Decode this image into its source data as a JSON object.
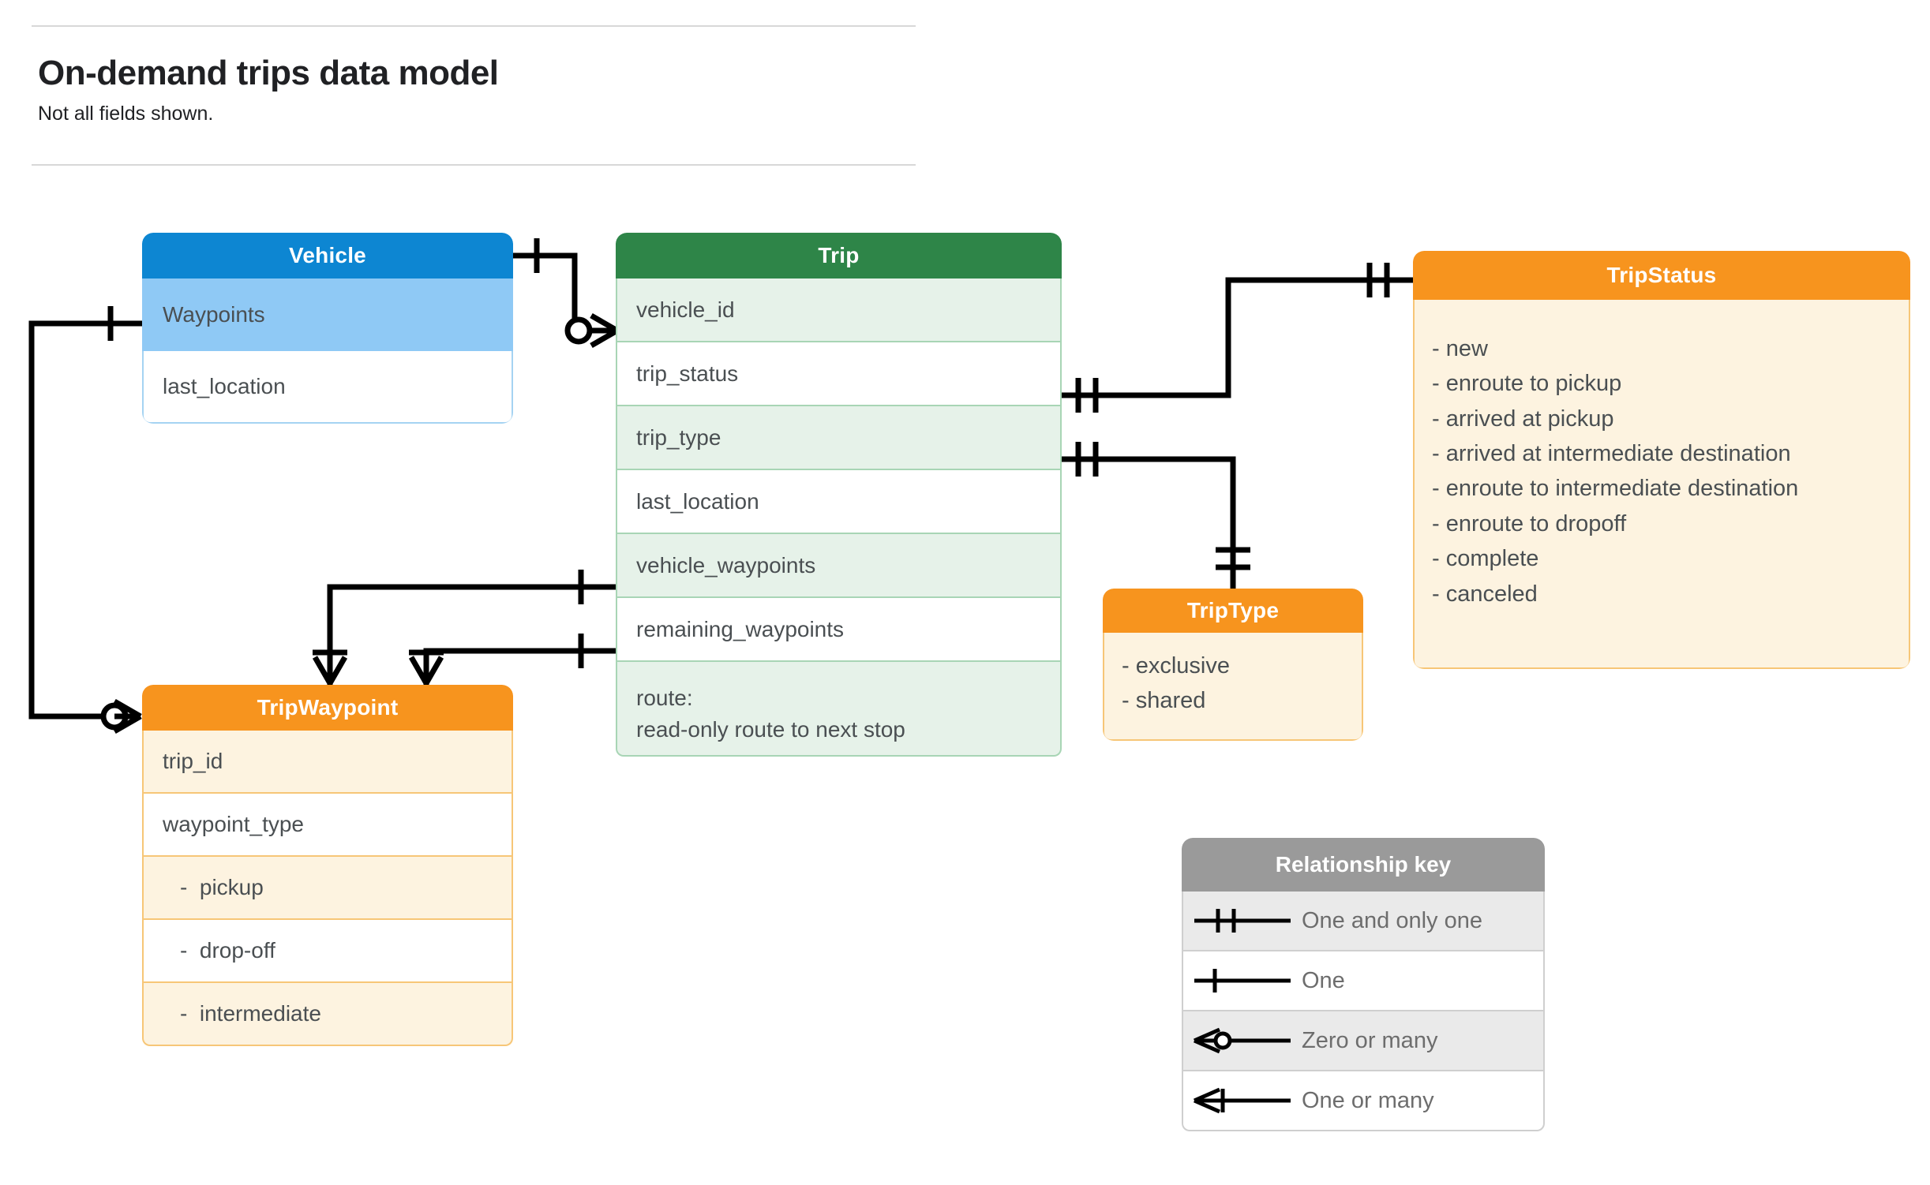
{
  "header": {
    "title": "On-demand trips data model",
    "subtitle": "Not all fields shown."
  },
  "entities": {
    "vehicle": {
      "name": "Vehicle",
      "header_color": "#0d86d2",
      "rows": [
        "Waypoints",
        "last_location"
      ]
    },
    "trip": {
      "name": "Trip",
      "header_color": "#2e8548",
      "rows": [
        "vehicle_id",
        "trip_status",
        "trip_type",
        "last_location",
        "vehicle_waypoints",
        "remaining_waypoints"
      ],
      "route_label": "route:",
      "route_detail": "read-only route to next stop"
    },
    "trip_status": {
      "name": "TripStatus",
      "header_color": "#f7941e",
      "values": [
        "- new",
        "- enroute to pickup",
        "- arrived at pickup",
        "- arrived at intermediate destination",
        "- enroute to intermediate destination",
        "- enroute to dropoff",
        "- complete",
        "- canceled"
      ]
    },
    "trip_type": {
      "name": "TripType",
      "header_color": "#f7941e",
      "values": [
        "- exclusive",
        "- shared"
      ]
    },
    "trip_waypoint": {
      "name": "TripWaypoint",
      "header_color": "#f7941e",
      "rows": [
        "trip_id",
        "waypoint_type"
      ],
      "waypoint_values": [
        "-  pickup",
        "-  drop-off",
        "-  intermediate"
      ]
    }
  },
  "legend": {
    "title": "Relationship key",
    "items": [
      {
        "symbol": "one-and-only-one",
        "label": "One and only one"
      },
      {
        "symbol": "one",
        "label": "One"
      },
      {
        "symbol": "zero-or-many",
        "label": "Zero or many"
      },
      {
        "symbol": "one-or-many",
        "label": "One or many"
      }
    ]
  },
  "relationships": [
    {
      "from": "Vehicle",
      "from_cardinality": "one",
      "to": "Trip.vehicle_id",
      "to_cardinality": "zero-or-many"
    },
    {
      "from": "Vehicle.Waypoints",
      "from_cardinality": "one",
      "to": "TripWaypoint",
      "to_cardinality": "zero-or-many"
    },
    {
      "from": "Trip.trip_status",
      "from_cardinality": "one-and-only-one",
      "to": "TripStatus",
      "to_cardinality": "one-and-only-one"
    },
    {
      "from": "Trip.trip_type",
      "from_cardinality": "one-and-only-one",
      "to": "TripType",
      "to_cardinality": "one-and-only-one"
    },
    {
      "from": "Trip.vehicle_waypoints",
      "from_cardinality": "one",
      "to": "TripWaypoint",
      "to_cardinality": "one-or-many"
    },
    {
      "from": "Trip.remaining_waypoints",
      "from_cardinality": "one",
      "to": "TripWaypoint",
      "to_cardinality": "one-or-many"
    }
  ]
}
